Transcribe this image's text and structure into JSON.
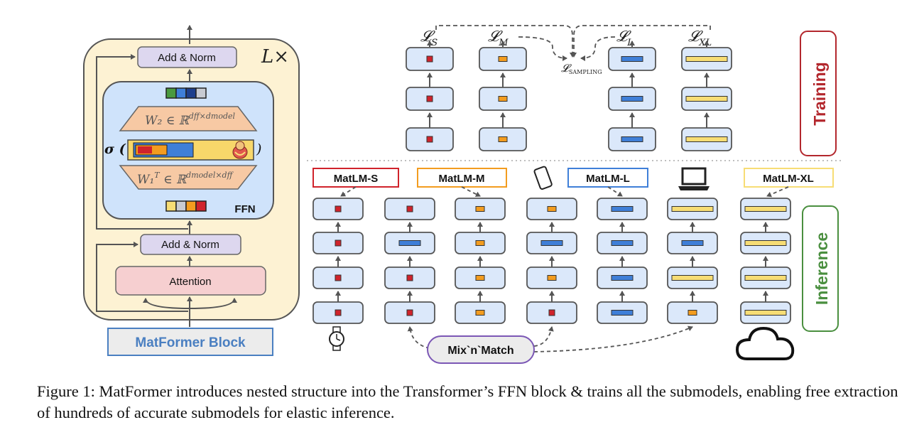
{
  "left_block": {
    "add_norm_top": "Add & Norm",
    "add_norm_bottom": "Add & Norm",
    "repeat_label": "L×",
    "w2_label": "W₂ ∈ ℝ",
    "w2_sup": "dff×dmodel",
    "w1_label": "W₁",
    "w1_sup_t": "T",
    "w1_in": " ∈ ℝ",
    "w1_sup": "dmodel×dff",
    "sigma_open": "σ (",
    "sigma_close": ")",
    "ffn_label": "FFN",
    "attention_label": "Attention",
    "block_title": "MatFormer Block",
    "colors": {
      "outer_bg": "#fdf2d3",
      "ffn_bg": "#cfe3fb",
      "add_norm_bg": "#ddd7ef",
      "attention_bg": "#f6cfd0",
      "weight_bg": "#f7c9a4",
      "title_text": "#4a7fc1"
    }
  },
  "training": {
    "side_label": "Training",
    "losses": [
      {
        "name": "𝓛",
        "sub": "S"
      },
      {
        "name": "𝓛",
        "sub": "M"
      },
      {
        "name": "𝓛",
        "sub": "L"
      },
      {
        "name": "𝓛",
        "sub": "XL"
      }
    ],
    "sampling_label": "𝓛",
    "sampling_sub": "SAMPLING"
  },
  "inference": {
    "side_label": "Inference",
    "models": [
      "MatLM-S",
      "MatLM-M",
      "MatLM-L",
      "MatLM-XL"
    ],
    "mixnmatch": "Mix`n`Match",
    "icons": [
      "watch-icon",
      "phone-icon",
      "laptop-icon",
      "cloud-icon"
    ]
  },
  "palette": {
    "S": "#d0232b",
    "M": "#f39c1f",
    "L": "#3f7fd8",
    "XL": "#f7dd75",
    "cell_bg": "#dbe8fa",
    "training_red": "#b3272d",
    "inference_green": "#4a8f3f"
  },
  "caption": {
    "text": "Figure 1: MatFormer introduces nested structure into the Transformer’s FFN block & trains all the submodels, enabling free extraction of hundreds of accurate submodels for elastic inference."
  }
}
